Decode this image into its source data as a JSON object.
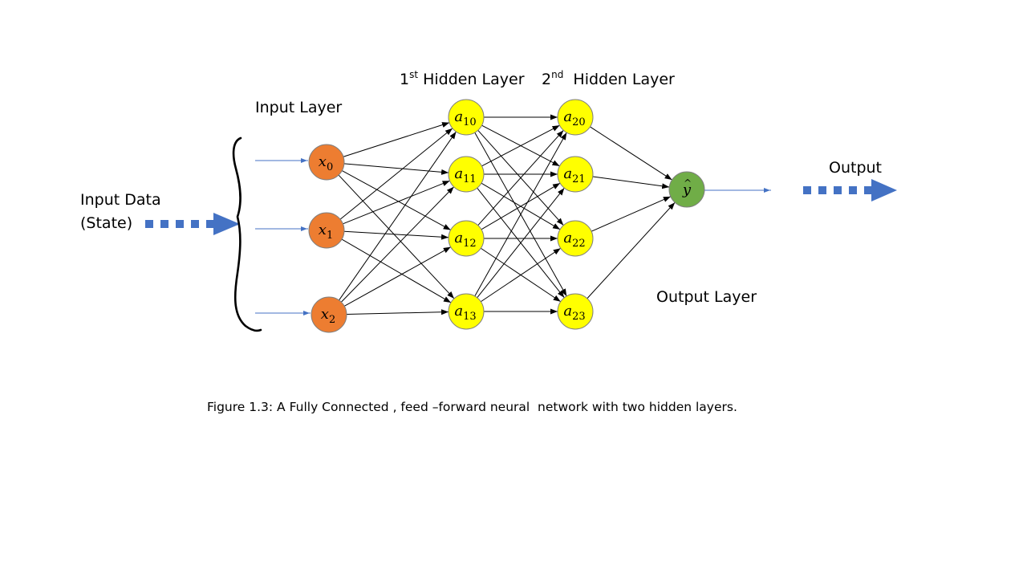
{
  "labels": {
    "input_data_line1": "Input Data",
    "input_data_line2": "(State)",
    "input_layer": "Input Layer",
    "hidden1_prefix": "1",
    "hidden1_sup": "st",
    "hidden1_rest": " Hidden Layer",
    "hidden2_prefix": "2",
    "hidden2_sup": "nd",
    "hidden2_rest": "  Hidden Layer",
    "output": "Output",
    "output_layer": "Output Layer",
    "caption": "Figure 1.3: A Fully Connected , feed –forward neural  network with two hidden layers."
  },
  "nodes": {
    "input": [
      {
        "base": "x",
        "sub": "0"
      },
      {
        "base": "x",
        "sub": "1"
      },
      {
        "base": "x",
        "sub": "2"
      }
    ],
    "hidden1": [
      {
        "base": "a",
        "sub": "10"
      },
      {
        "base": "a",
        "sub": "11"
      },
      {
        "base": "a",
        "sub": "12"
      },
      {
        "base": "a",
        "sub": "13"
      }
    ],
    "hidden2": [
      {
        "base": "a",
        "sub": "20"
      },
      {
        "base": "a",
        "sub": "21"
      },
      {
        "base": "a",
        "sub": "22"
      },
      {
        "base": "a",
        "sub": "23"
      }
    ],
    "output": {
      "base": "y",
      "hat": "^"
    }
  },
  "colors": {
    "input_fill": "#ED7D31",
    "hidden_fill": "#FFFF00",
    "output_fill": "#70AD47",
    "node_stroke": "#7F7F7F",
    "edge": "#000000",
    "accent_arrow": "#4472C4"
  }
}
